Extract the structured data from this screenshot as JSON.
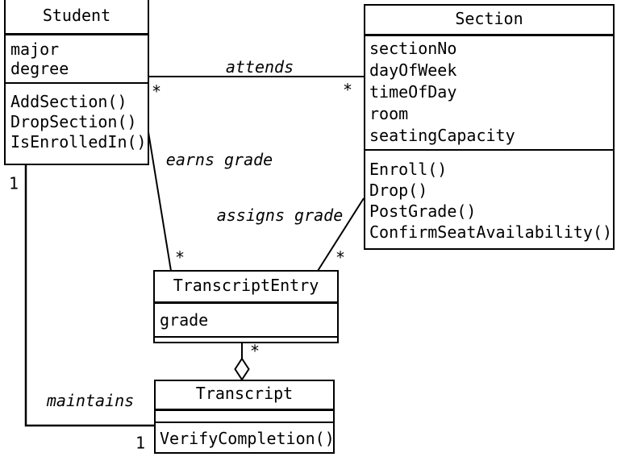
{
  "classes": {
    "student": {
      "name": "Student",
      "attributes": [
        "major",
        "degree"
      ],
      "methods": [
        "AddSection()",
        "DropSection()",
        "IsEnrolledIn()"
      ]
    },
    "section": {
      "name": "Section",
      "attributes": [
        "sectionNo",
        "dayOfWeek",
        "timeOfDay",
        "room",
        "seatingCapacity"
      ],
      "methods": [
        "Enroll()",
        "Drop()",
        "PostGrade()",
        "ConfirmSeatAvailability()"
      ]
    },
    "transcript_entry": {
      "name": "TranscriptEntry",
      "attributes": [
        "grade"
      ],
      "methods": []
    },
    "transcript": {
      "name": "Transcript",
      "attributes": [],
      "methods": [
        "VerifyCompletion()"
      ]
    }
  },
  "associations": {
    "attends": {
      "label": "attends",
      "student_end": "*",
      "section_end": "*"
    },
    "earns_grade": {
      "label": "earns grade",
      "transcript_entry_end": "*"
    },
    "assigns_grade": {
      "label": "assigns grade",
      "transcript_entry_end": "*"
    },
    "aggregation": {
      "transcript_entry_end": "*"
    },
    "maintains": {
      "label": "maintains",
      "student_end": "1",
      "transcript_end": "1"
    }
  },
  "colors": {
    "line": "#000000",
    "text": "#000000",
    "background": "#ffffff"
  }
}
